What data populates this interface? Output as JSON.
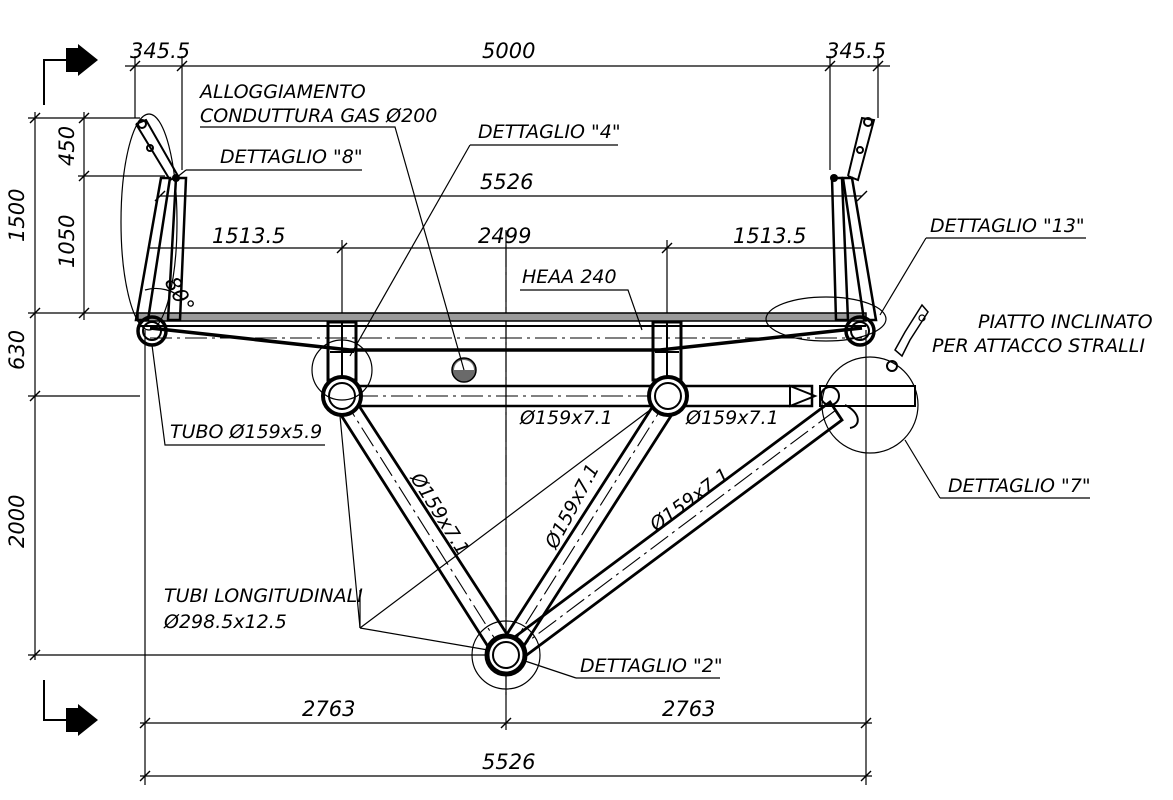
{
  "dimensions": {
    "top_left_overhang": "345.5",
    "top_span": "5000",
    "top_right_overhang": "345.5",
    "upper_width": "5526",
    "left_segment": "1513.5",
    "center_segment": "2499",
    "right_segment": "1513.5",
    "bottom_left_half": "2763",
    "bottom_right_half": "2763",
    "bottom_total": "5526",
    "height_total": "1500",
    "height_top": "450",
    "height_middle": "1050",
    "deck_depth": "630",
    "truss_depth": "2000",
    "railing_angle": "80°"
  },
  "labels": {
    "gas_pipe_line1": "ALLOGGIAMENTO",
    "gas_pipe_line2": "CONDUTTURA GAS Ø200",
    "detail_8": "DETTAGLIO \"8\"",
    "detail_4": "DETTAGLIO \"4\"",
    "detail_13": "DETTAGLIO \"13\"",
    "detail_7": "DETTAGLIO \"7\"",
    "detail_2": "DETTAGLIO \"2\"",
    "beam": "HEAA 240",
    "inclined_plate_line1": "PIATTO INCLINATO",
    "inclined_plate_line2": "PER ATTACCO STRALLI",
    "tube_side": "TUBO Ø159x5.9",
    "longitudinal_line1": "TUBI LONGITUDINALI",
    "longitudinal_line2": "Ø298.5x12.5",
    "diag_tube_1": "Ø159x7.1",
    "diag_tube_2": "Ø159x7.1",
    "diag_tube_3": "Ø159x7.1",
    "cross_tube_1": "Ø159x7.1",
    "cross_tube_2": "Ø159x7.1"
  }
}
